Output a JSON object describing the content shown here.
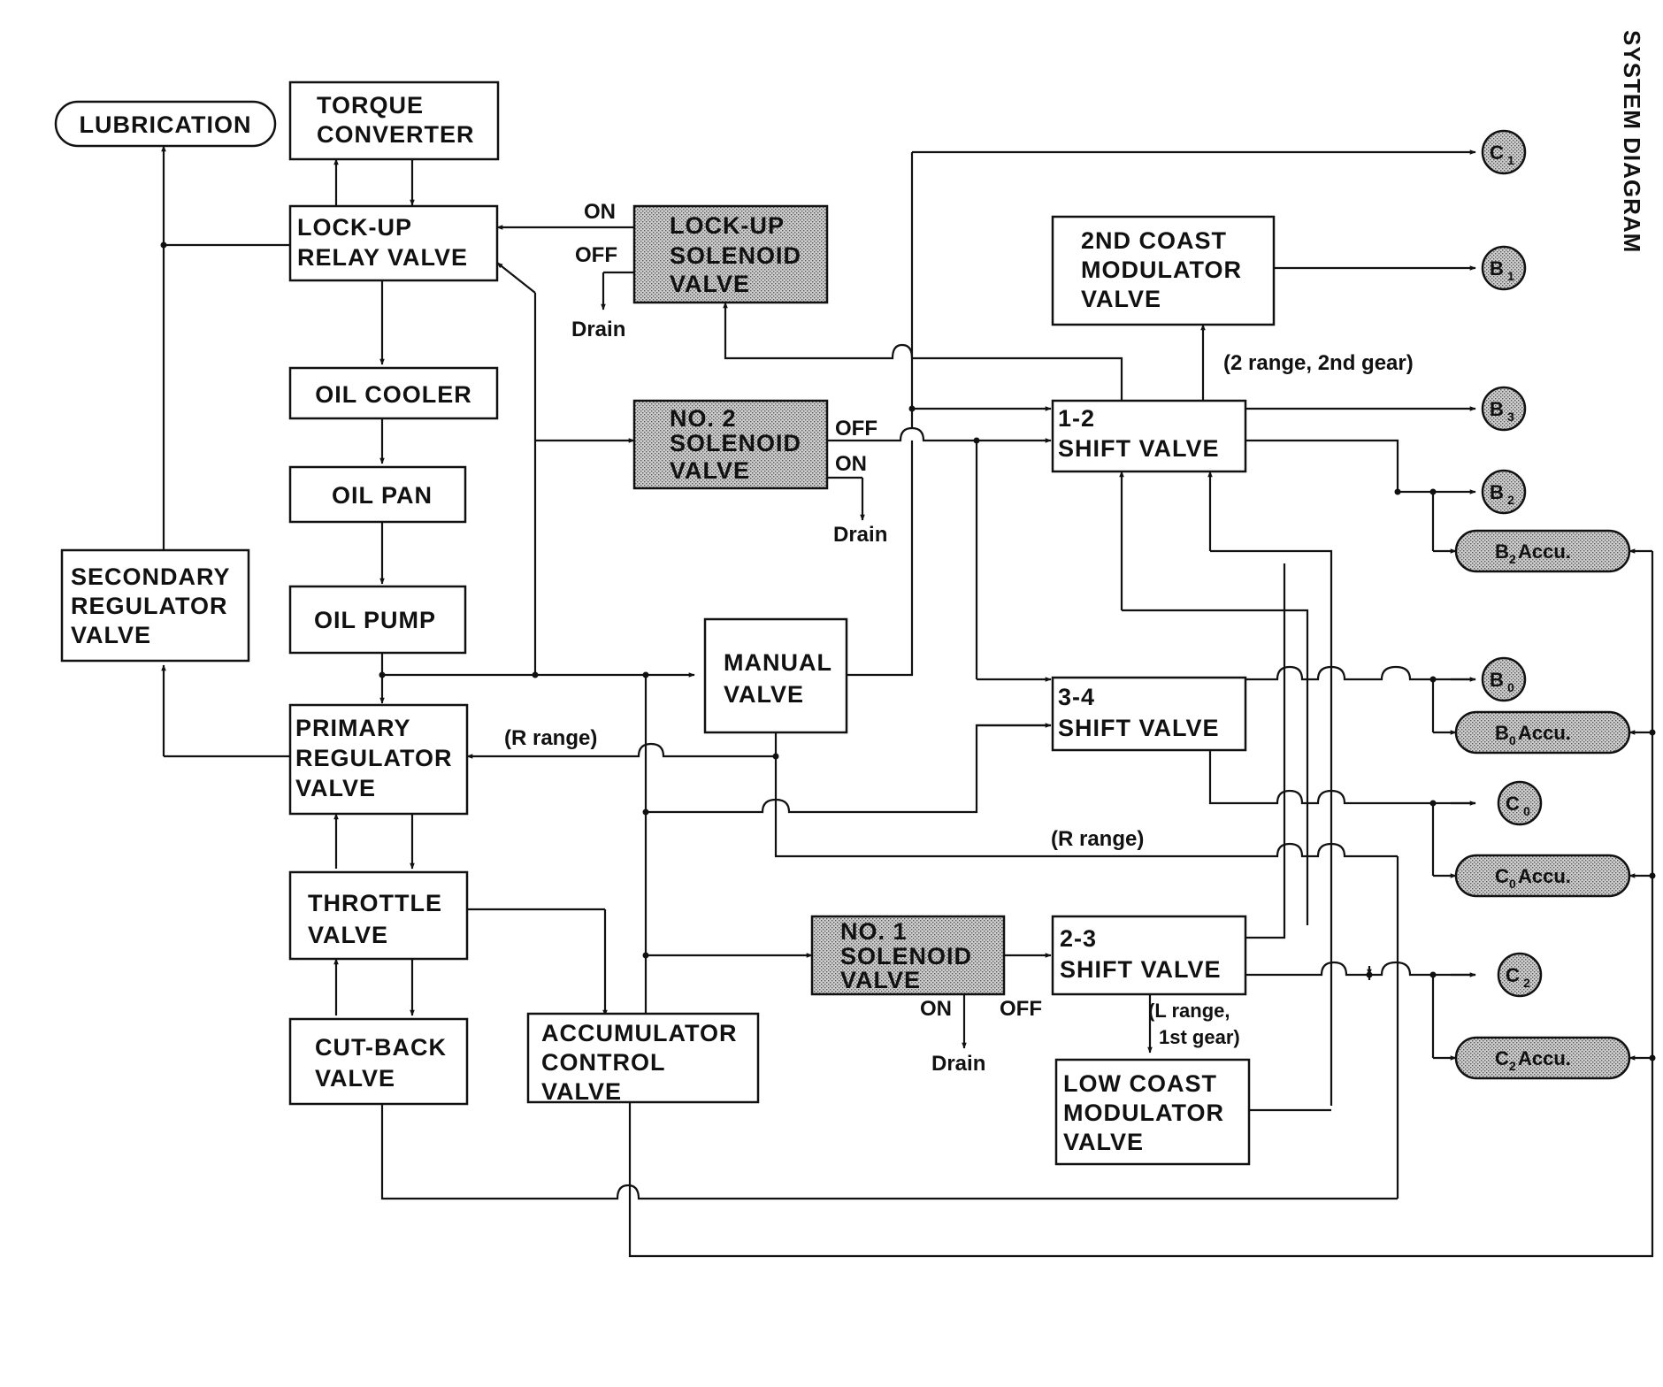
{
  "title": "SYSTEM DIAGRAM",
  "boxes": {
    "lubrication": "LUBRICATION",
    "torque_converter": [
      "TORQUE",
      "CONVERTER"
    ],
    "lockup_relay_valve": [
      "LOCK-UP",
      "RELAY  VALVE"
    ],
    "lockup_solenoid_valve": [
      "LOCK-UP",
      "SOLENOID",
      "VALVE"
    ],
    "oil_cooler": "OIL COOLER",
    "oil_pan": "OIL  PAN",
    "oil_pump": "OIL  PUMP",
    "secondary_regulator_valve": [
      "SECONDARY",
      "REGULATOR",
      "VALVE"
    ],
    "primary_regulator_valve": [
      "PRIMARY",
      "REGULATOR",
      "VALVE"
    ],
    "throttle_valve": [
      "THROTTLE",
      "VALVE"
    ],
    "cutback_valve": [
      "CUT-BACK",
      "VALVE"
    ],
    "accumulator_control_valve": [
      "ACCUMULATOR",
      "CONTROL",
      "VALVE"
    ],
    "manual_valve": [
      "MANUAL",
      "VALVE"
    ],
    "no2_solenoid_valve": [
      "NO. 2",
      "SOLENOID",
      "VALVE"
    ],
    "no1_solenoid_valve": [
      "NO. 1",
      "SOLENOID",
      "VALVE"
    ],
    "second_coast_modulator_valve": [
      "2ND  COAST",
      "MODULATOR",
      "VALVE"
    ],
    "shift_valve_12": [
      "1-2",
      "SHIFT  VALVE"
    ],
    "shift_valve_34": [
      "3-4",
      "SHIFT  VALVE"
    ],
    "shift_valve_23": [
      "2-3",
      "SHIFT  VALVE"
    ],
    "low_coast_modulator_valve": [
      "LOW  COAST",
      "MODULATOR",
      "VALVE"
    ]
  },
  "labels": {
    "lockup_on": "ON",
    "lockup_off": "OFF",
    "lockup_drain": "Drain",
    "no2_off": "OFF",
    "no2_on": "ON",
    "no2_drain": "Drain",
    "no1_on": "ON",
    "no1_off": "OFF",
    "no1_drain": "Drain",
    "r_range_primary": "(R range)",
    "r_range_lower": "(R range)",
    "range_2nd": "(2 range, 2nd gear)",
    "l_range_line1": "(L range,",
    "l_range_line2": "1st gear)"
  },
  "outputs": [
    {
      "id": "c1",
      "main": "C",
      "sub": "1"
    },
    {
      "id": "b1",
      "main": "B",
      "sub": "1"
    },
    {
      "id": "b3",
      "main": "B",
      "sub": "3"
    },
    {
      "id": "b2",
      "main": "B",
      "sub": "2"
    },
    {
      "id": "b0",
      "main": "B",
      "sub": "0"
    },
    {
      "id": "c0",
      "main": "C",
      "sub": "0"
    },
    {
      "id": "c2",
      "main": "C",
      "sub": "2"
    }
  ],
  "accumulators": [
    {
      "id": "b2-accu",
      "main": "B",
      "sub": "2",
      "suffix": " Accu."
    },
    {
      "id": "b0-accu",
      "main": "B",
      "sub": "0",
      "suffix": " Accu."
    },
    {
      "id": "c0-accu",
      "main": "C",
      "sub": "0",
      "suffix": " Accu."
    },
    {
      "id": "c2-accu",
      "main": "C",
      "sub": "2",
      "suffix": " Accu."
    }
  ]
}
